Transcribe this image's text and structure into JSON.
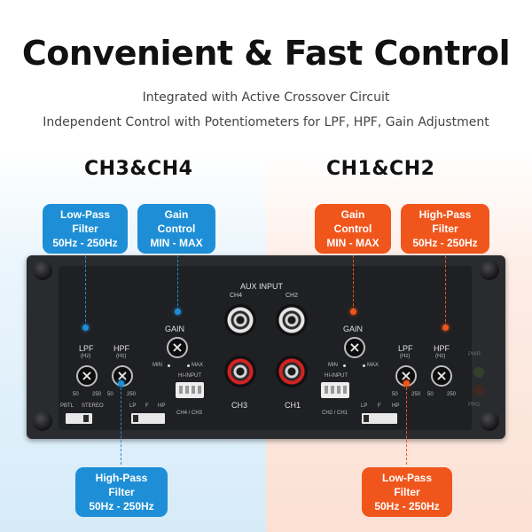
{
  "heading": {
    "title": "Convenient & Fast Control",
    "subtitle_1": "Integrated with Active Crossover Circuit",
    "subtitle_2": "Independent Control with Potentiometers for LPF, HPF, Gain Adjustment"
  },
  "channels": {
    "left": "CH3&CH4",
    "right": "CH1&CH2"
  },
  "callouts": {
    "left_lpf": {
      "title": "Low-Pass Filter",
      "range": "50Hz - 250Hz"
    },
    "left_gain": {
      "title": "Gain Control",
      "range": "MIN - MAX"
    },
    "right_gain": {
      "title": "Gain Control",
      "range": "MIN - MAX"
    },
    "right_hpf": {
      "title": "High-Pass Filter",
      "range": "50Hz - 250Hz"
    },
    "left_hpf": {
      "title": "High-Pass Filter",
      "range": "50Hz - 250Hz"
    },
    "right_lpf": {
      "title": "Low-Pass Filter",
      "range": "50Hz - 250Hz"
    }
  },
  "panel": {
    "aux_input": "AUX INPUT",
    "ch4": "CH4",
    "ch2": "CH2",
    "ch3": "CH3",
    "ch1": "CH1",
    "gain": "GAIN",
    "min": "MIN",
    "max": "MAX",
    "lpf": "LPF",
    "hpf": "HPF",
    "hz": "(Hz)",
    "val_50": "50",
    "val_250": "250",
    "hi_input": "HI-INPUT",
    "hi_left": "CH4 / CH3",
    "hi_right": "CH2 / CH1",
    "pbtl": "PBTL",
    "stereo": "STEREO",
    "lp": "LP",
    "f": "F",
    "hp": "HP",
    "pwr": "PWR",
    "pro": "PRO"
  },
  "colors": {
    "blue": "#1e8fd6",
    "orange": "#f0561c",
    "panel": "#2a2b2e"
  }
}
